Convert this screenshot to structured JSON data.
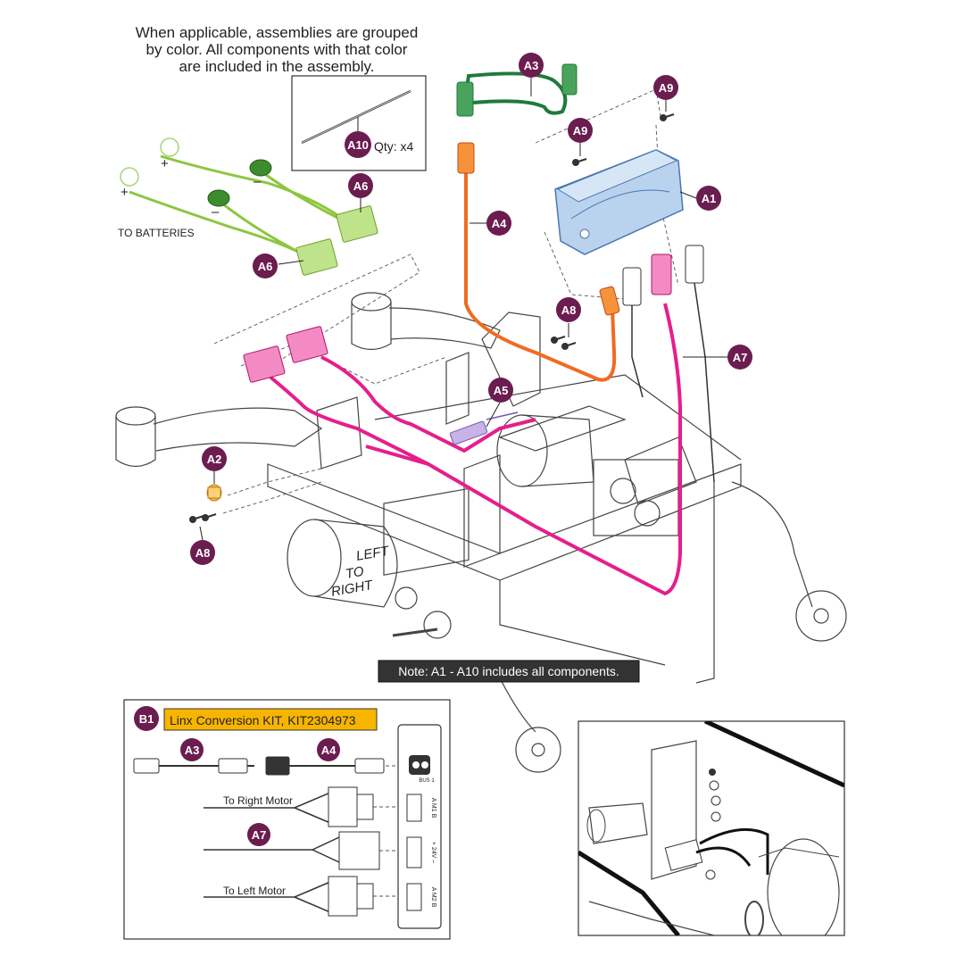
{
  "header_note": [
    "When applicable, assemblies are grouped",
    "by color. All components with that color",
    "are included in the assembly."
  ],
  "battery_label": "TO BATTERIES",
  "polarity_plus": "+",
  "polarity_minus": "–",
  "qty_label": "Qty: x4",
  "motor_text": [
    "LEFT",
    "TO",
    "RIGHT"
  ],
  "note_box": "Note: A1 - A10 includes all components.",
  "kit": {
    "badge": "B1",
    "title": "Linx Conversion KIT, KIT2304973",
    "to_right_motor": "To Right Motor",
    "to_left_motor": "To Left Motor",
    "panel_labels": {
      "bus": "BUS 1",
      "m1": "A  M1  B",
      "v24": "+  24V  –",
      "m2": "A  M2  B"
    }
  },
  "callouts": {
    "A1": "A1",
    "A2": "A2",
    "A3": "A3",
    "A4": "A4",
    "A5": "A5",
    "A6": "A6",
    "A7": "A7",
    "A8": "A8",
    "A9": "A9",
    "A10": "A10",
    "B1": "B1"
  },
  "colors": {
    "callout": "#6b1d4f",
    "green_dark": "#1f7a3c",
    "green_light": "#8cc63f",
    "orange": "#f26a21",
    "magenta": "#e61e8c",
    "blue": "#6fa0d8",
    "kit_highlight": "#f7b500",
    "purple": "#9966cc",
    "amber": "#f6b73c"
  }
}
